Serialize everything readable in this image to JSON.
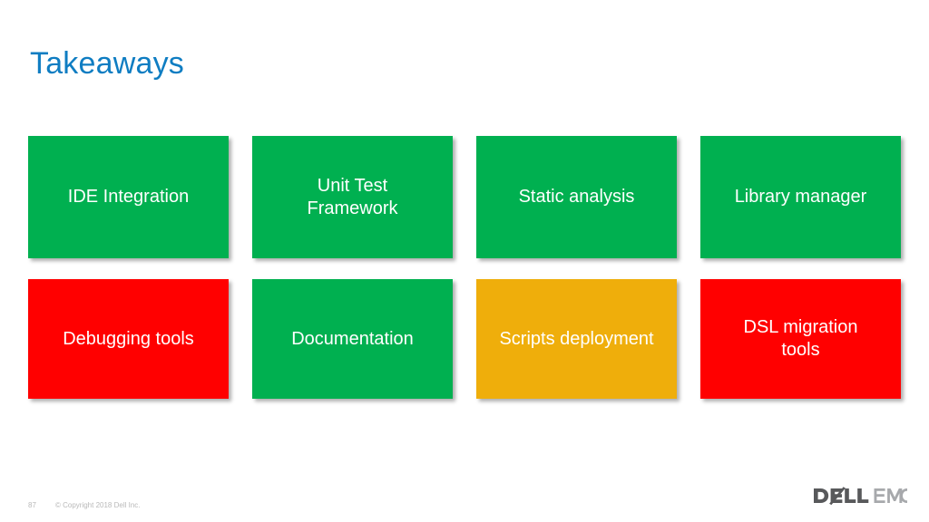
{
  "slide": {
    "title": "Takeaways",
    "title_color": "#0F7DC2",
    "background_color": "#FFFFFF"
  },
  "palette": {
    "green": "#00B050",
    "red": "#FF0000",
    "amber": "#EFAE0B",
    "text_on_card": "#FFFFFF",
    "footer_text": "#B9B9B9",
    "logo_dark": "#58595B",
    "logo_light": "#A7A9AC"
  },
  "cards": [
    {
      "label": "IDE Integration",
      "color": "#00B050",
      "status": "green",
      "row": 1,
      "col": 1
    },
    {
      "label": "Unit Test\nFramework",
      "color": "#00B050",
      "status": "green",
      "row": 1,
      "col": 2
    },
    {
      "label": "Static analysis",
      "color": "#00B050",
      "status": "green",
      "row": 1,
      "col": 3
    },
    {
      "label": "Library manager",
      "color": "#00B050",
      "status": "green",
      "row": 1,
      "col": 4
    },
    {
      "label": "Debugging tools",
      "color": "#FF0000",
      "status": "red",
      "row": 2,
      "col": 1
    },
    {
      "label": "Documentation",
      "color": "#00B050",
      "status": "green",
      "row": 2,
      "col": 2
    },
    {
      "label": "Scripts deployment",
      "color": "#EFAE0B",
      "status": "amber",
      "row": 2,
      "col": 3
    },
    {
      "label": "DSL migration\ntools",
      "color": "#FF0000",
      "status": "red",
      "row": 2,
      "col": 4
    }
  ],
  "footer": {
    "page_number": "87",
    "copyright": "© Copyright 2018 Dell Inc.",
    "logo": {
      "primary_text": "DELL",
      "secondary_text": "EMC",
      "name": "dell-emc-logo"
    }
  }
}
